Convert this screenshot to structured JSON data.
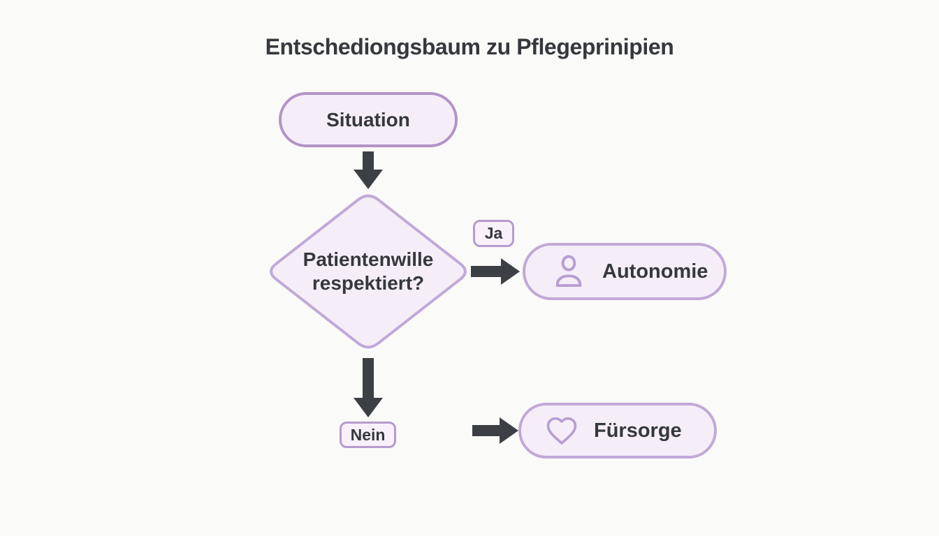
{
  "title": "Entschediongsbaum zu Pflegeprinipien",
  "flowchart": {
    "start": {
      "label": "Situation"
    },
    "decision": {
      "line1": "Patientenwille",
      "line2": "respektiert?"
    },
    "yes_branch": {
      "condition_label": "Ja",
      "outcome_label": "Autonomie",
      "icon": "person-icon"
    },
    "no_branch": {
      "condition_label": "Nein",
      "outcome_label": "Fürsorge",
      "icon": "heart-icon"
    }
  },
  "colors": {
    "background": "#fafaf9",
    "node_fill": "#f5eef9",
    "node_border": "#b194c7",
    "node_border_soft": "#c0a9d7",
    "badge_fill": "#f8f1fb",
    "badge_border": "#b49ccd",
    "icon_stroke": "#b79fd1",
    "arrow": "#3c3f43",
    "text": "#35383c"
  }
}
